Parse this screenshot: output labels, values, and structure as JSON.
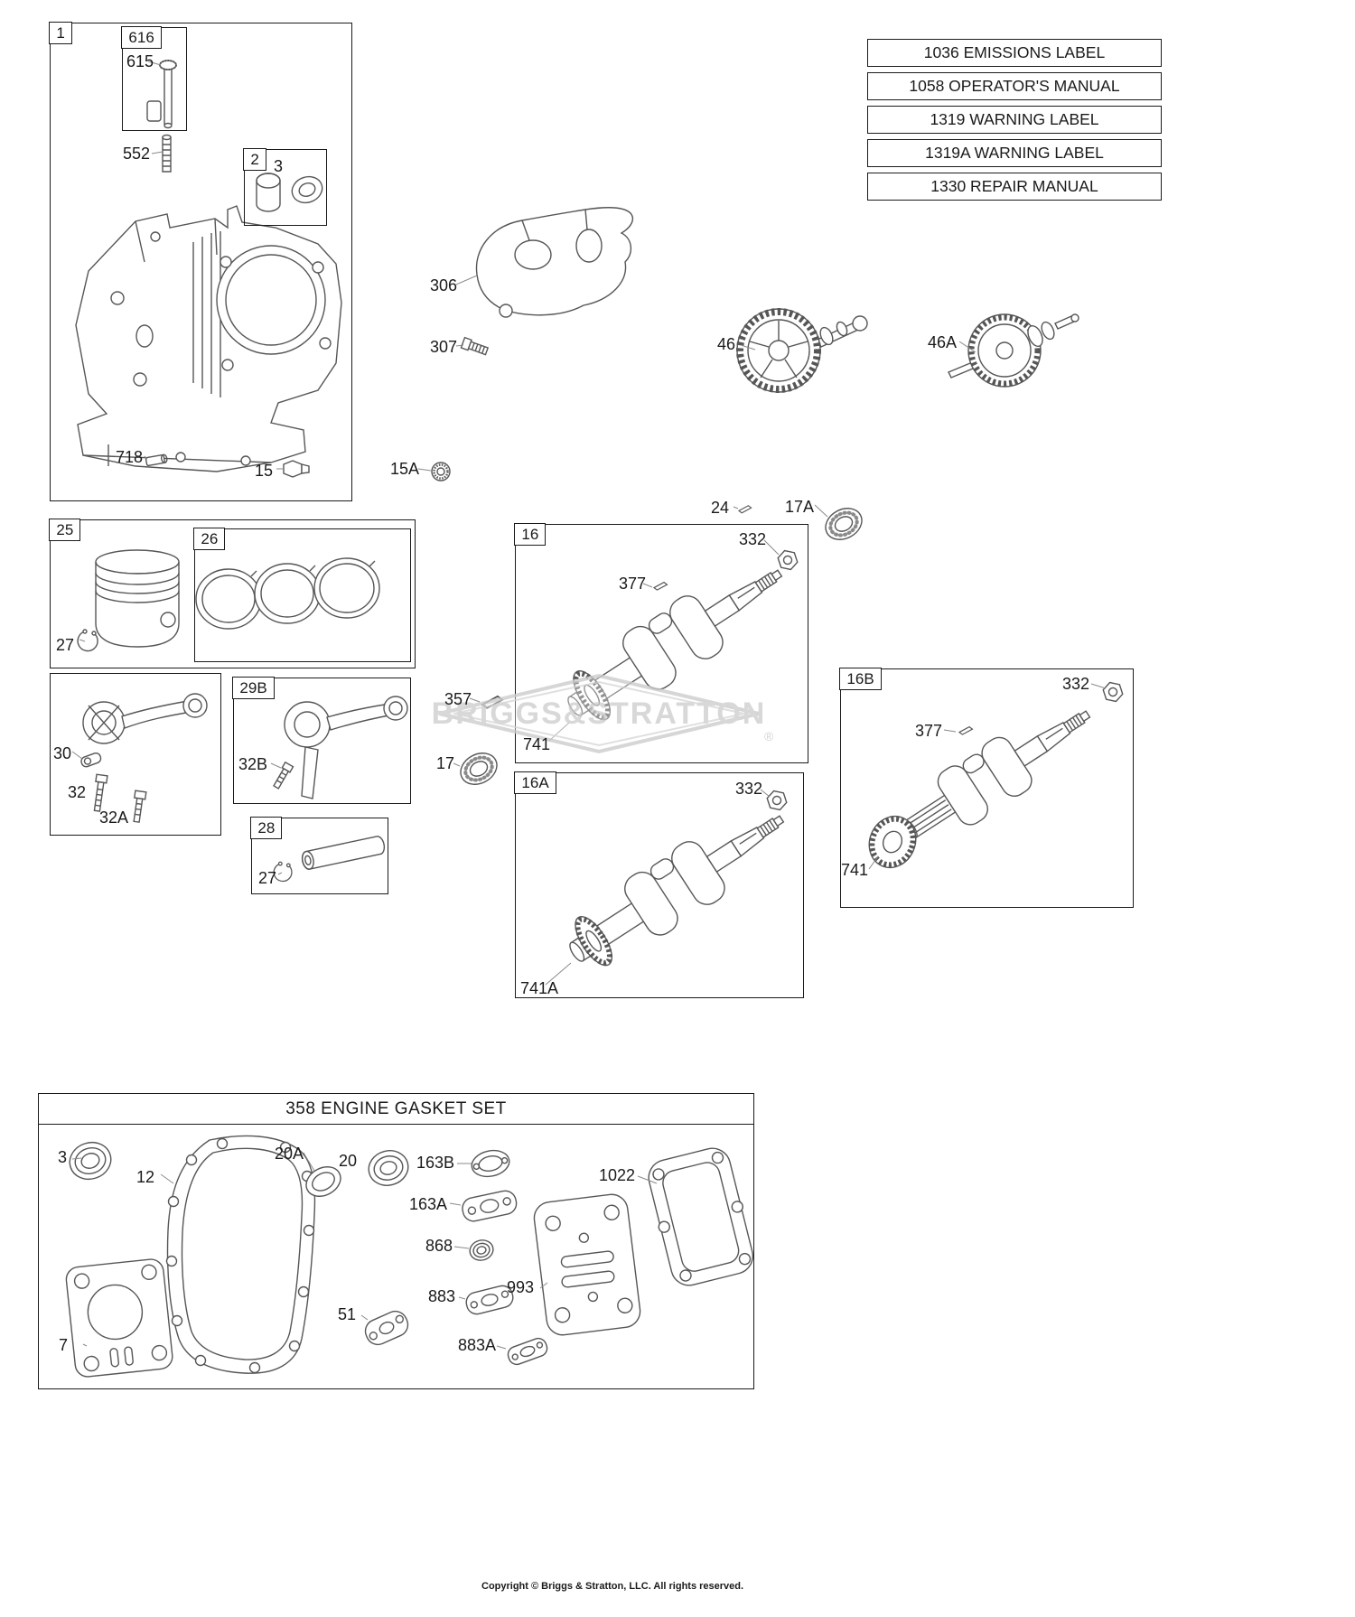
{
  "page": {
    "watermark_text": "BRIGGS&STRATTON",
    "watermark_reg": "®",
    "copyright": "Copyright © Briggs & Stratton, LLC. All rights reserved."
  },
  "reference_labels": [
    "1036 EMISSIONS LABEL",
    "1058 OPERATOR'S MANUAL",
    "1319 WARNING LABEL",
    "1319A WARNING LABEL",
    "1330 REPAIR MANUAL"
  ],
  "gasket_set": {
    "title": "358 ENGINE GASKET SET"
  },
  "callouts": {
    "box1": "1",
    "box616": "616",
    "box2": "2",
    "box25": "25",
    "box26": "26",
    "box29B": "29B",
    "box28": "28",
    "box16": "16",
    "box16A": "16A",
    "box16B": "16B",
    "p615": "615",
    "p552": "552",
    "p3": "3",
    "p718": "718",
    "p15": "15",
    "p306": "306",
    "p307": "307",
    "p15A": "15A",
    "p46": "46",
    "p46A": "46A",
    "p24": "24",
    "p17A": "17A",
    "p27_piston": "27",
    "p332_16": "332",
    "p377_16": "377",
    "p357": "357",
    "p741_16": "741",
    "p17": "17",
    "p30": "30",
    "p32": "32",
    "p32A": "32A",
    "p32B": "32B",
    "p27_pin": "27",
    "p332_16A": "332",
    "p741A": "741A",
    "p332_16B": "332",
    "p377_16B": "377",
    "p741_16B": "741",
    "g3": "3",
    "g12": "12",
    "g7": "7",
    "g20A": "20A",
    "g20": "20",
    "g163B": "163B",
    "g163A": "163A",
    "g868": "868",
    "g883": "883",
    "g883A": "883A",
    "g993": "993",
    "g51": "51",
    "g1022": "1022"
  }
}
